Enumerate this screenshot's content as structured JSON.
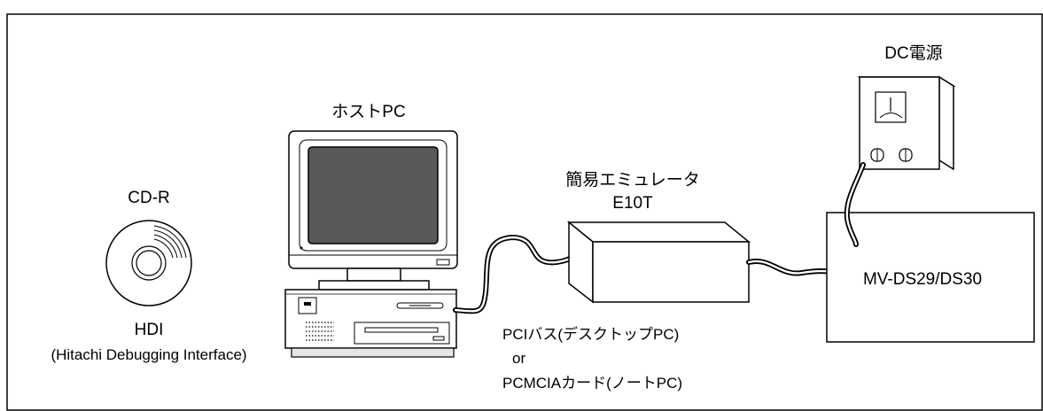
{
  "labels": {
    "cdr_title": "CD-R",
    "hdi_name": "HDI",
    "hdi_full": "(Hitachi Debugging Interface)",
    "host_pc": "ホストPC",
    "emulator_name": "簡易エミュレータ",
    "emulator_model": "E10T",
    "dc_power": "DC電源",
    "target_board": "MV-DS29/DS30",
    "connection_line1": "PCIバス(デスクトップPC)",
    "connection_line2": "or",
    "connection_line3": "PCMCIAカード(ノートPC)"
  },
  "colors": {
    "line": "#000000",
    "screen": "#595959",
    "background": "#ffffff"
  }
}
